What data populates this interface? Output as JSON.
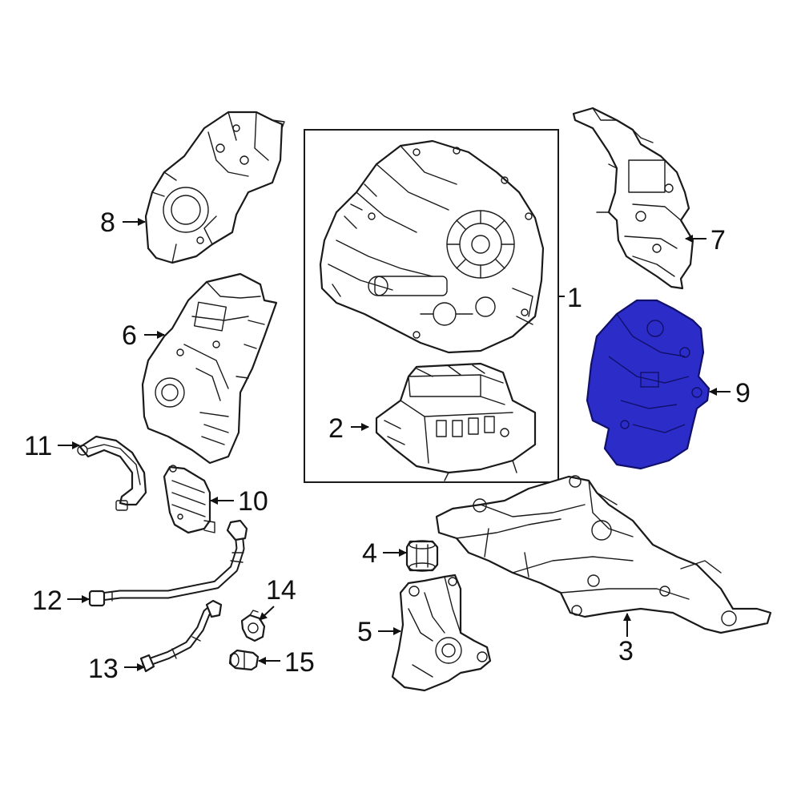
{
  "callouts": {
    "c1": "1",
    "c2": "2",
    "c3": "3",
    "c4": "4",
    "c5": "5",
    "c6": "6",
    "c7": "7",
    "c8": "8",
    "c9": "9",
    "c10": "10",
    "c11": "11",
    "c12": "12",
    "c13": "13",
    "c14": "14",
    "c15": "15"
  },
  "colors": {
    "highlight": "#2c2cc8",
    "line": "#1a1a1a",
    "background": "#ffffff"
  }
}
